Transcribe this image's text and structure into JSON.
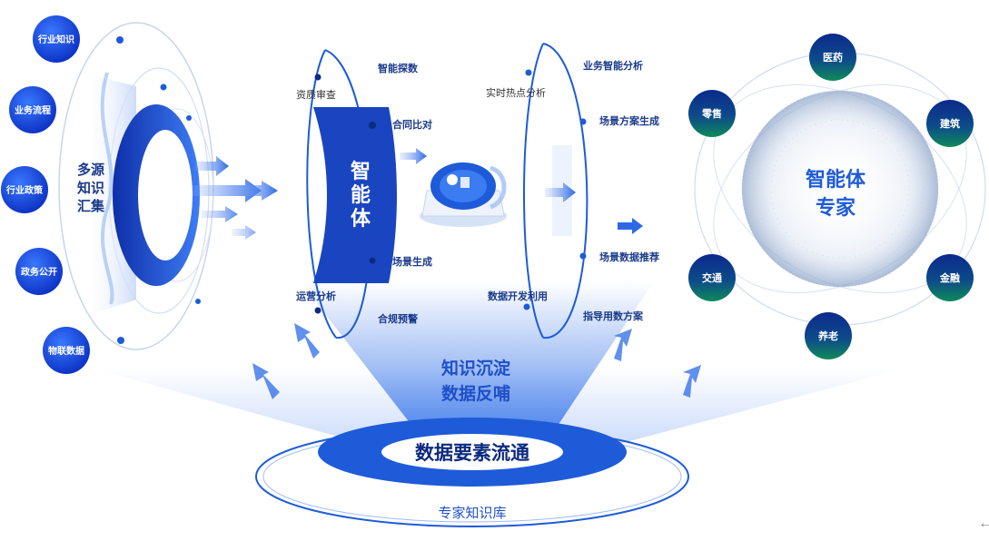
{
  "sources": {
    "title_lines": [
      "多源",
      "知识",
      "汇集"
    ],
    "items": [
      "行业知识",
      "业务流程",
      "行业政策",
      "政务公开",
      "物联数据"
    ]
  },
  "agent": {
    "title_chars": [
      "智",
      "能",
      "体"
    ],
    "left_labels": [
      "资质审查",
      "运营分析"
    ],
    "right_labels": [
      "智能探数",
      "合同比对",
      "场景生成",
      "合规预警"
    ]
  },
  "analysis": {
    "left_labels": [
      "实时热点分析",
      "数据开发利用"
    ],
    "right_labels": [
      "业务智能分析",
      "场景方案生成",
      "场景数据推荐",
      "指导用数方案"
    ]
  },
  "expert": {
    "title_lines": [
      "智能体",
      "专家"
    ],
    "domains": [
      "医药",
      "零售",
      "建筑",
      "交通",
      "金融",
      "养老"
    ]
  },
  "flow": {
    "feedback_lines": [
      "知识沉淀",
      "数据反哺"
    ],
    "platform_title": "数据要素流通",
    "library_label": "专家知识库"
  },
  "colors": {
    "primary": "#1e5bd8",
    "dark_blue": "#0d2fa8",
    "light_blue": "#cfe0fb",
    "teal": "#0f8a5a"
  },
  "icons": [
    "back-arrow-icon"
  ]
}
